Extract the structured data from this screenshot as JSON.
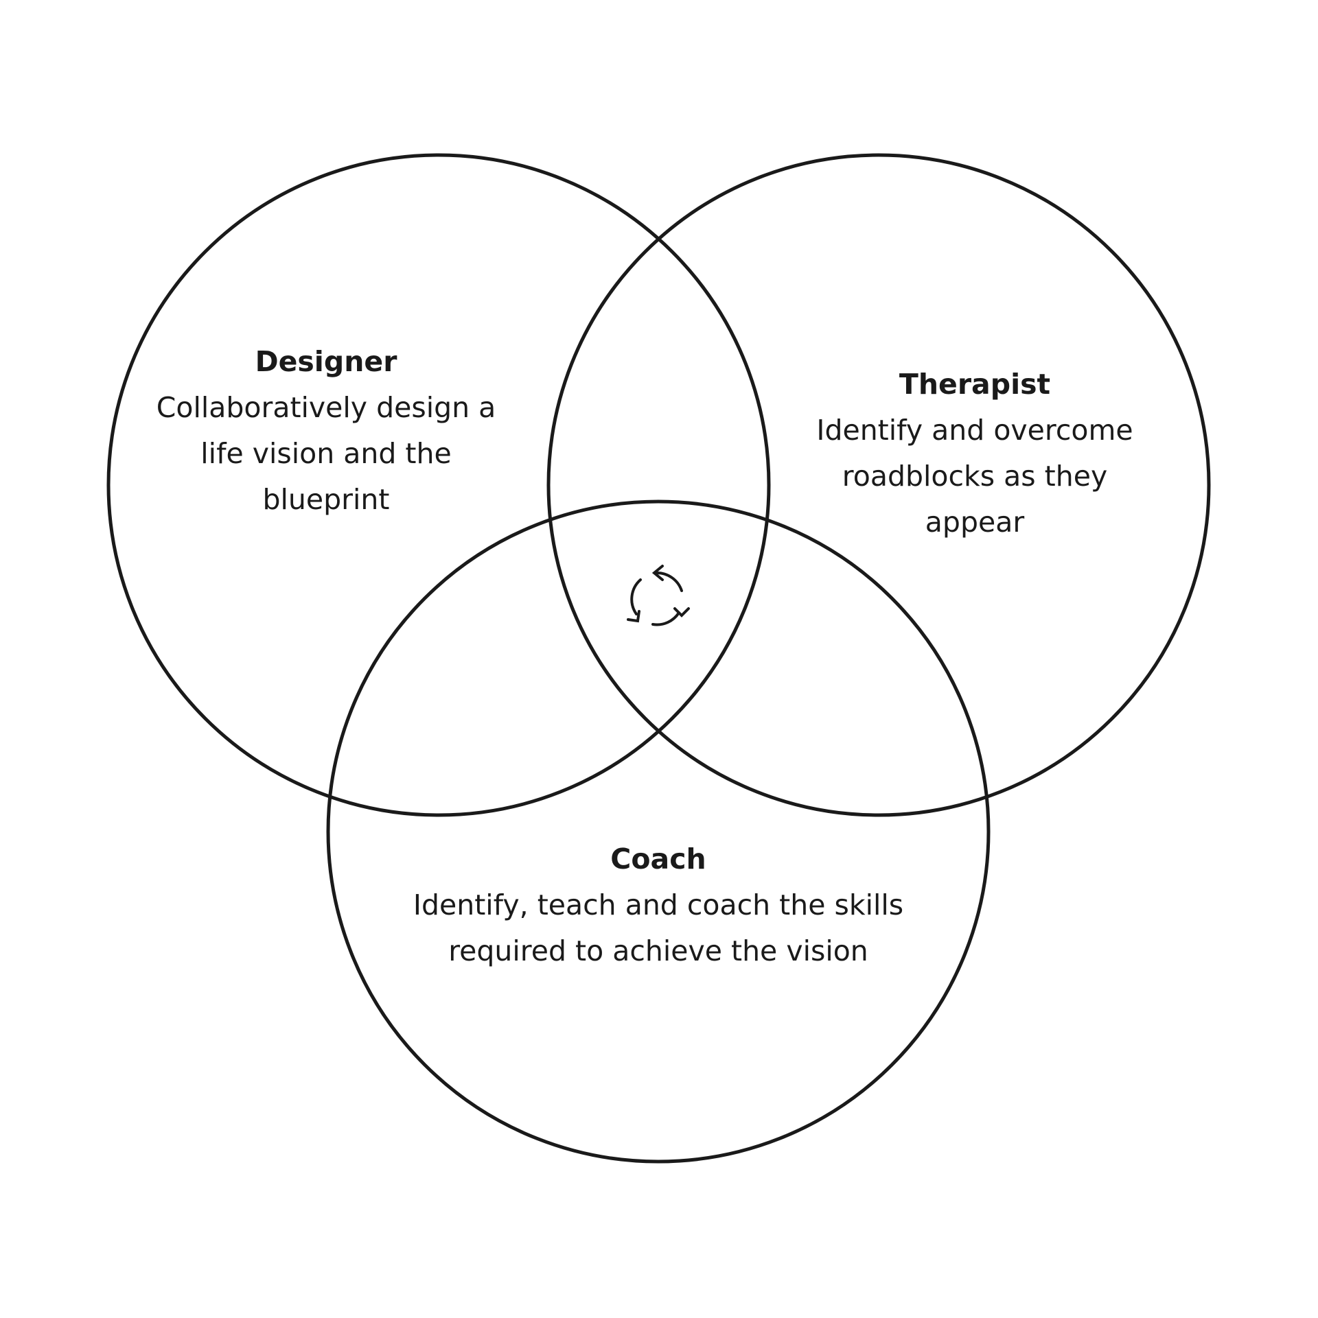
{
  "colors": {
    "stroke": "#1a1a1a",
    "background": "#ffffff"
  },
  "sets": [
    {
      "id": "designer",
      "title": "Designer",
      "lines": [
        "Collaboratively design a",
        "life vision and the",
        "blueprint"
      ]
    },
    {
      "id": "therapist",
      "title": "Therapist",
      "lines": [
        "Identify and overcome",
        "roadblocks as they",
        "appear"
      ]
    },
    {
      "id": "coach",
      "title": "Coach",
      "lines": [
        "Identify, teach and coach the skills",
        "required to achieve the vision"
      ]
    }
  ],
  "center_icon": "cycle-arrows-icon"
}
